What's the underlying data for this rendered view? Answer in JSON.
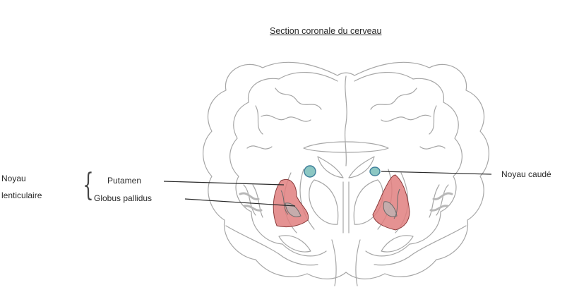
{
  "title": "Section coronale du cerveau",
  "labels": {
    "noyau_lenticulaire_line1": "Noyau",
    "noyau_lenticulaire_line2": "lenticulaire",
    "putamen": "Putamen",
    "globus_pallidus": "Globus pallidus",
    "noyau_caude": "Noyau caudé"
  },
  "colors": {
    "outline": "#a6a6a6",
    "lenticular_fill": "#e07f7f",
    "caudate_fill": "#8cc7c3",
    "caudate_stroke": "#3f7f9a",
    "leader_line": "#2a2a2a"
  }
}
